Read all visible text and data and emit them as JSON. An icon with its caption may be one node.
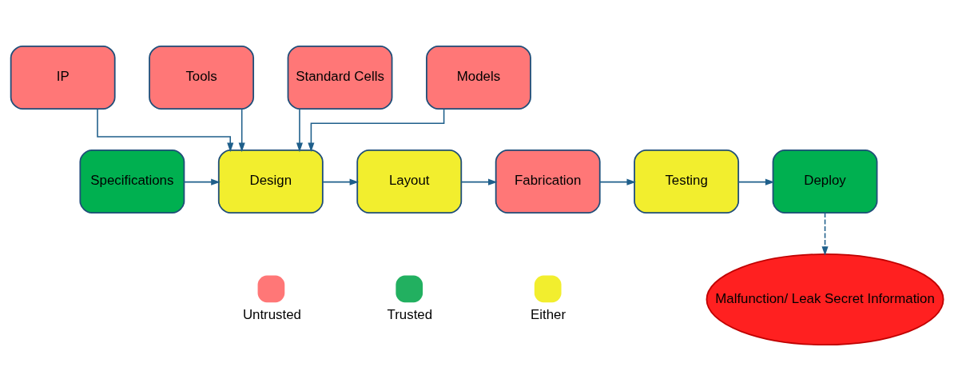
{
  "diagram": {
    "nodes": [
      {
        "text": [
          "IP"
        ]
      },
      {
        "text": [
          "Tools"
        ]
      },
      {
        "text": [
          "Standard Cells"
        ]
      },
      {
        "text": [
          "Models"
        ]
      },
      {
        "text": [
          "Specifications"
        ]
      },
      {
        "text": [
          "Design"
        ]
      },
      {
        "text": [
          "Layout"
        ]
      },
      {
        "text": [
          "Fabrication"
        ]
      },
      {
        "text": [
          "Testing"
        ]
      },
      {
        "text": [
          "Deploy"
        ]
      },
      {
        "text": [
          "Malfunction/ Leak Secret Information"
        ]
      }
    ],
    "edges": [
      {
        "from": 0,
        "to": 5,
        "arrow": "to"
      },
      {
        "from": 1,
        "to": 5,
        "arrow": "to"
      },
      {
        "from": 2,
        "to": 5,
        "arrow": "to"
      },
      {
        "from": 3,
        "to": 5,
        "arrow": "to"
      },
      {
        "from": 4,
        "to": 5,
        "arrow": "to"
      },
      {
        "from": 5,
        "to": 6,
        "arrow": "to"
      },
      {
        "from": 6,
        "to": 7,
        "arrow": "to"
      },
      {
        "from": 7,
        "to": 8,
        "arrow": "to"
      },
      {
        "from": 8,
        "to": 9,
        "arrow": "to"
      },
      {
        "from": 9,
        "to": 10,
        "arrow": "to",
        "style": "dashed"
      }
    ],
    "legend": [
      {
        "text": "Untrusted",
        "color": "#ff7777"
      },
      {
        "text": "Trusted",
        "color": "#22b060"
      },
      {
        "text": "Either",
        "color": "#f2ee2e"
      }
    ]
  }
}
